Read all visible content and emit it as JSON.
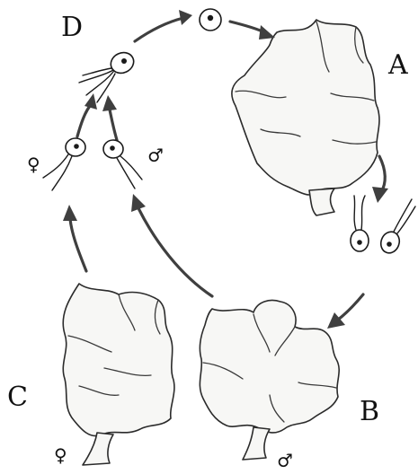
{
  "labels": {
    "A": "A",
    "B": "B",
    "C": "C",
    "D": "D",
    "female": "♀",
    "male": "♂"
  }
}
